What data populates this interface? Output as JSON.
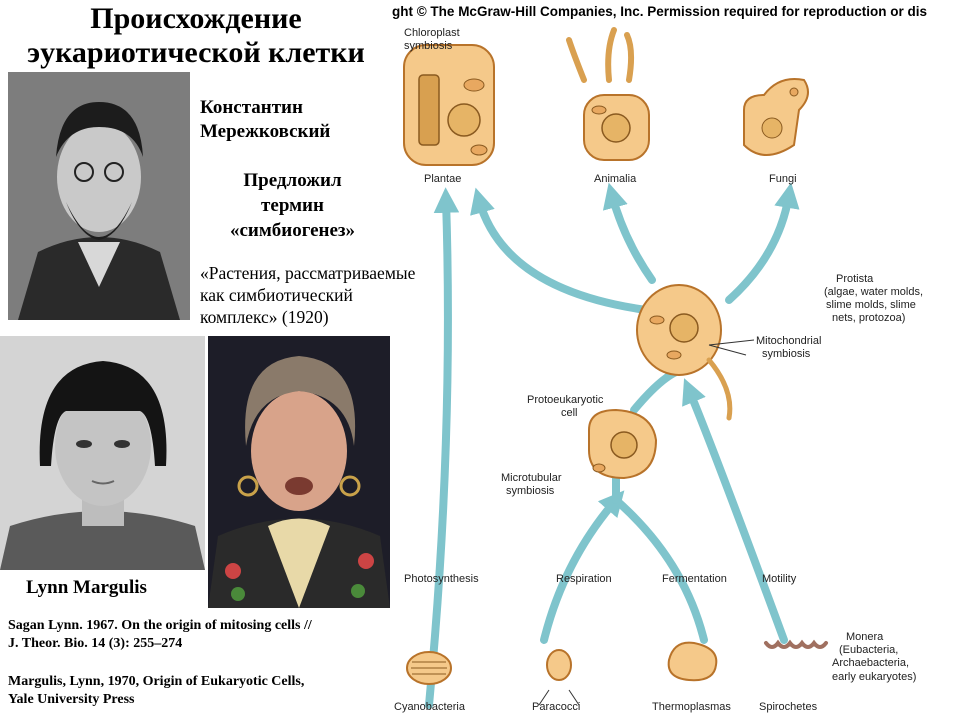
{
  "slide": {
    "title_line1": "Происхождение",
    "title_line2": "эукариотической клетки",
    "scientist_name_line1": "Константин",
    "scientist_name_line2": "Мережковский",
    "proposal_line1": "Предложил",
    "proposal_line2": "термин",
    "proposal_line3": "«симбиогенез»",
    "quote_line1": "«Растения, рассматриваемые",
    "quote_line2": "как симбиотический",
    "quote_line3": "комплекс» (1920)",
    "lynn_caption": "Lynn Margulis",
    "reference1_line1": "Sagan Lynn. 1967. On the origin of mitosing cells //",
    "reference1_line2": "J. Theor. Bio. 14 (3): 255–274",
    "reference2_line1": "Margulis, Lynn, 1970, Origin of Eukaryotic Cells,",
    "reference2_line2": "Yale University Press"
  },
  "diagram": {
    "copyright": "ght © The McGraw-Hill Companies, Inc. Permission required for reproduction or dis",
    "chloroplast_line1": "Chloroplast",
    "chloroplast_line2": "symbiosis",
    "plantae": "Plantae",
    "animalia": "Animalia",
    "fungi": "Fungi",
    "protista_line1": "Protista",
    "protista_line2": "(algae, water molds,",
    "protista_line3": "slime molds, slime",
    "protista_line4": "nets, protozoa)",
    "mito_line1": "Mitochondrial",
    "mito_line2": "symbiosis",
    "proto_line1": "Protoeukaryotic",
    "proto_line2": "cell",
    "micro_line1": "Microtubular",
    "micro_line2": "symbiosis",
    "photosynthesis": "Photosynthesis",
    "respiration": "Respiration",
    "fermentation": "Fermentation",
    "motility": "Motility",
    "monera_line1": "Monera",
    "monera_line2": "(Eubacteria,",
    "monera_line3": "Archaebacteria,",
    "monera_line4": "early eukaryotes)",
    "cyanobacteria": "Cyanobacteria",
    "paracocci": "Paracocci",
    "thermoplasmas": "Thermoplasmas",
    "spirochetes": "Spirochetes"
  },
  "colors": {
    "arrow": "#7fc4cc",
    "cell_fill": "#f5c98a",
    "cell_stroke": "#b8732a"
  }
}
